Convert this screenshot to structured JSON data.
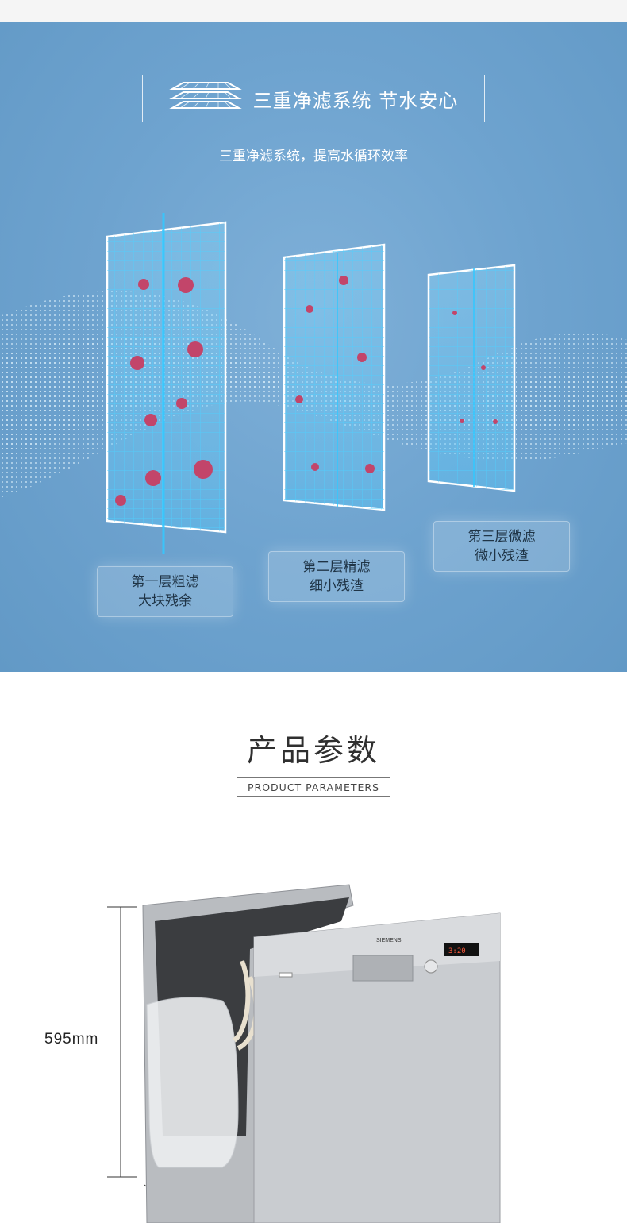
{
  "header_section": {
    "title": "三重净滤系统 节水安心",
    "subtitle": "三重净滤系统，提高水循环效率"
  },
  "filters": [
    {
      "line1": "第一层粗滤",
      "line2": "大块残余"
    },
    {
      "line1": "第二层精滤",
      "line2": "细小残渣"
    },
    {
      "line1": "第三层微滤",
      "line2": "微小残渣"
    }
  ],
  "params": {
    "title": "产品参数",
    "subtitle": "PRODUCT PARAMETERS",
    "height_label": "595mm"
  },
  "product": {
    "brand": "SIEMENS",
    "display": "3:20"
  },
  "colors": {
    "panel_blue": "#6ea3cf",
    "grid_cyan": "#3ad3ff",
    "particle": "#c2456a",
    "appliance_silver": "#c9ccd0"
  },
  "icons": {
    "title": "stacked-layers-icon"
  }
}
